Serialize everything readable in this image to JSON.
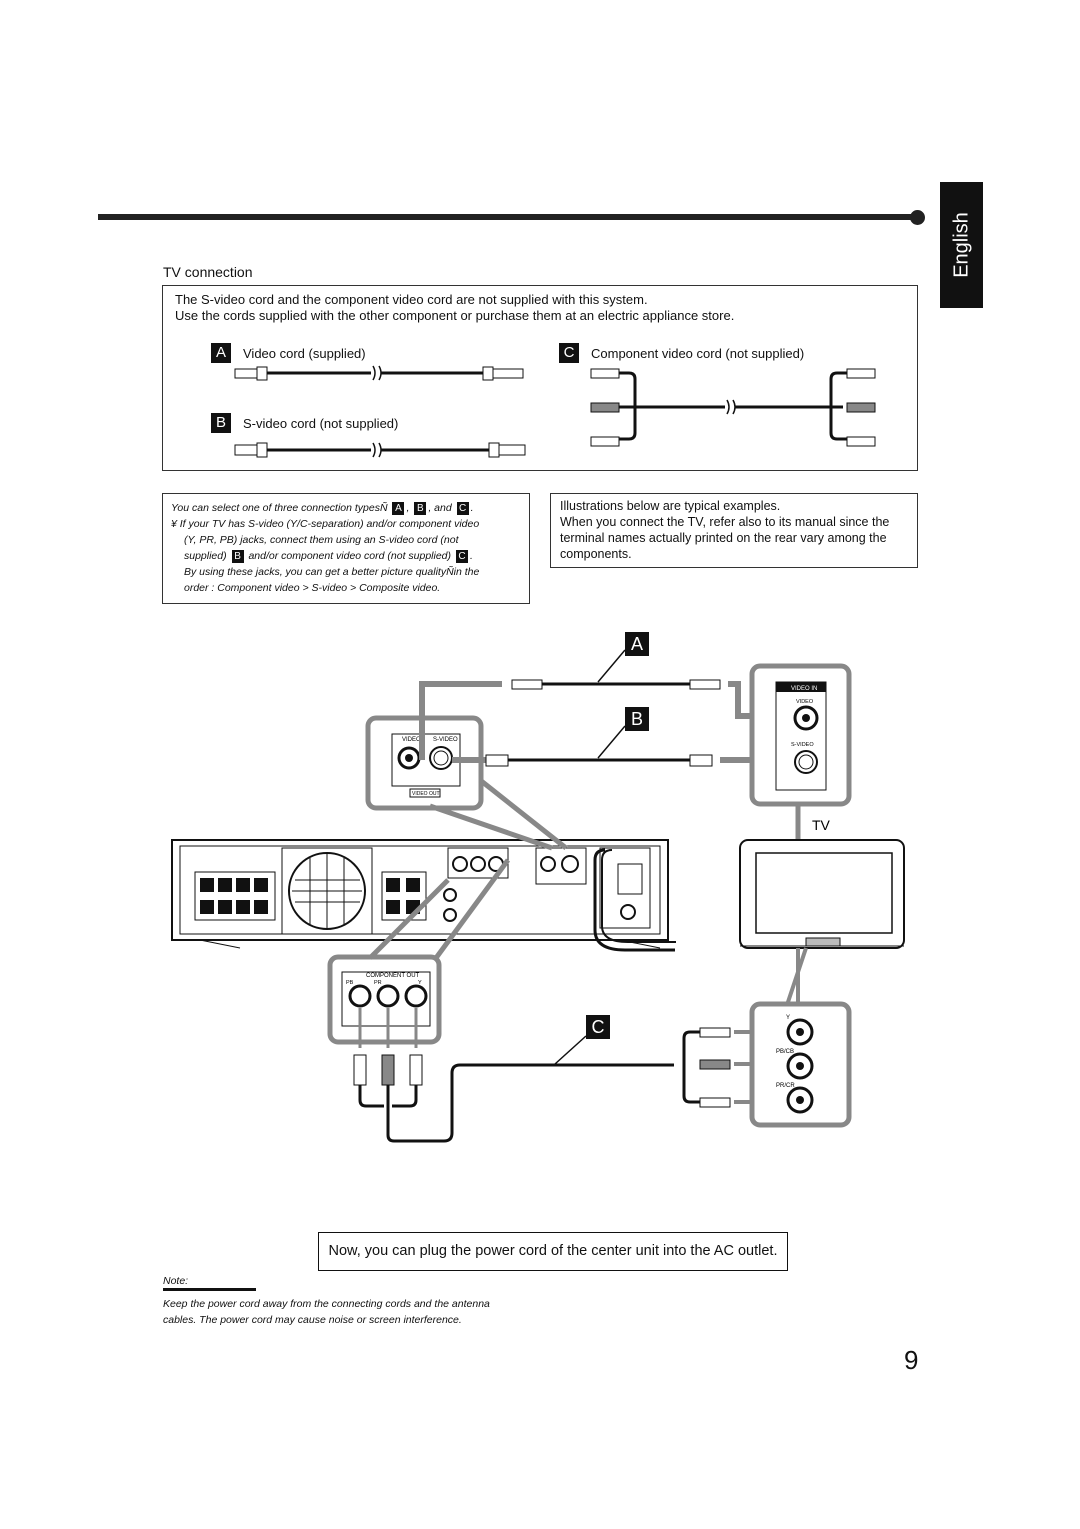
{
  "language_tab": "English",
  "section_title": "TV connection",
  "cords_box": {
    "note_1": "The S-video cord and the component video cord are not supplied with this system.",
    "note_2": "Use the cords supplied with the other component or purchase them at an electric appliance store.",
    "cord_a": {
      "letter": "A",
      "label": "Video cord (supplied)"
    },
    "cord_b": {
      "letter": "B",
      "label": "S-video cord (not supplied)"
    },
    "cord_c": {
      "letter": "C",
      "label": "Component video cord (not supplied)"
    }
  },
  "italic_box": {
    "line_1_text": "You can select one of three connection typesÑ",
    "line_1_a": "A",
    "line_1_b": "B",
    "line_1_and": ", and",
    "line_1_c": "C",
    "bullet": "¥",
    "line_2": "If your TV has S-video (Y/C-separation) and/or component video",
    "line_3": "(Y, PR, PB) jacks, connect them using an S-video cord (not",
    "line_4_a": "supplied)",
    "line_4_b": "B",
    "line_4_c": "and/or component video cord (not supplied)",
    "line_4_d": "C",
    "line_5": "By using these jacks, you can get a better picture qualityÑin the",
    "line_6": "order : Component video > S-video > Composite video."
  },
  "examples_box": {
    "line_1": "Illustrations below are typical examples.",
    "line_2": "When you connect the TV, refer also to its manual since the",
    "line_3": "terminal names actually printed on the rear vary among the",
    "line_4": "components."
  },
  "diagram": {
    "badge_a": "A",
    "badge_b": "B",
    "badge_c": "C",
    "tv_label": "TV",
    "center_video": "VIDEO",
    "center_svideo": "S-VIDEO",
    "center_video_out": "VIDEO OUT",
    "tv_video_in": "VIDEO IN",
    "tv_video": "VIDEO",
    "tv_svideo": "S-VIDEO",
    "component_out": "COMPONENT OUT",
    "comp_pb": "PB",
    "comp_pr": "PR",
    "comp_y": "Y",
    "tv_y": "Y",
    "tv_pb": "PB/CB",
    "tv_pr": "PR/CR"
  },
  "power_note": "Now, you can plug the power cord of the center unit into the AC outlet.",
  "note_label": "Note:",
  "note_text_1": "Keep the power cord away from the connecting cords and the antenna",
  "note_text_2": "cables. The power cord may cause noise or screen interference.",
  "page_number": "9"
}
